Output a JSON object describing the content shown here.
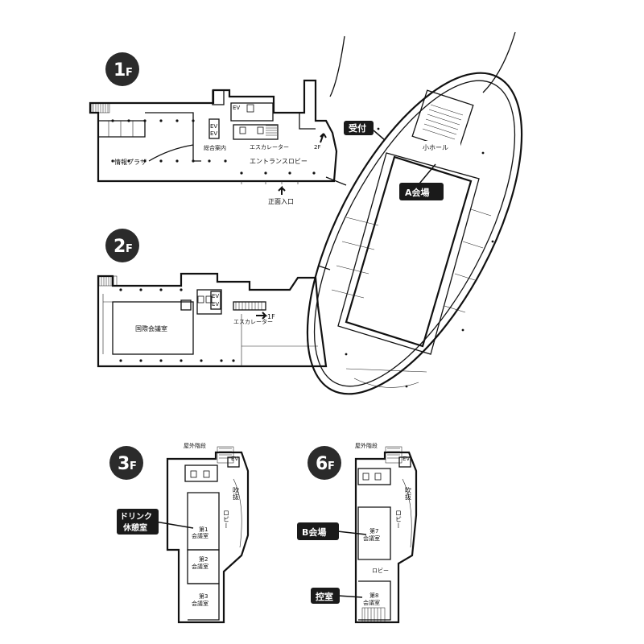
{
  "floors": {
    "f1": {
      "number": "1",
      "suffix": "F"
    },
    "f2": {
      "number": "2",
      "suffix": "F"
    },
    "f3": {
      "number": "3",
      "suffix": "F"
    },
    "f6": {
      "number": "6",
      "suffix": "F"
    }
  },
  "floor1": {
    "info_plaza": "情報プラザ",
    "general_info": "総合案内",
    "escalator": "エスカレーター",
    "entrance_lobby": "エントランスロビー",
    "main_entrance": "正面入口",
    "to_2f": "2F",
    "ev": "EV"
  },
  "floor2": {
    "intl_conf_room": "国際会議室",
    "escalator": "エスカレーター",
    "to_1f": "1F",
    "ev": "EV"
  },
  "hall": {
    "reception": "受付",
    "small_hall": "小ホール",
    "a_hall": "A会場"
  },
  "floor3": {
    "outdoor_stairs": "屋外階段",
    "atrium": "吹抜",
    "lobby": "ロビー",
    "drink_lounge_line1": "ドリンク",
    "drink_lounge_line2": "休憩室",
    "conf1_line1": "第1",
    "conf2_line1": "第2",
    "conf3_line1": "第3",
    "conf_line2": "会議室",
    "ev": "EV"
  },
  "floor6": {
    "outdoor_stairs": "屋外階段",
    "atrium": "吹抜",
    "lobby_v": "ロビー",
    "lobby": "ロビー",
    "b_hall": "B会場",
    "conf7_line1": "第7",
    "conf8_line1": "第8",
    "conf_line2": "会議室",
    "waiting_room": "控室",
    "ev": "EV"
  }
}
